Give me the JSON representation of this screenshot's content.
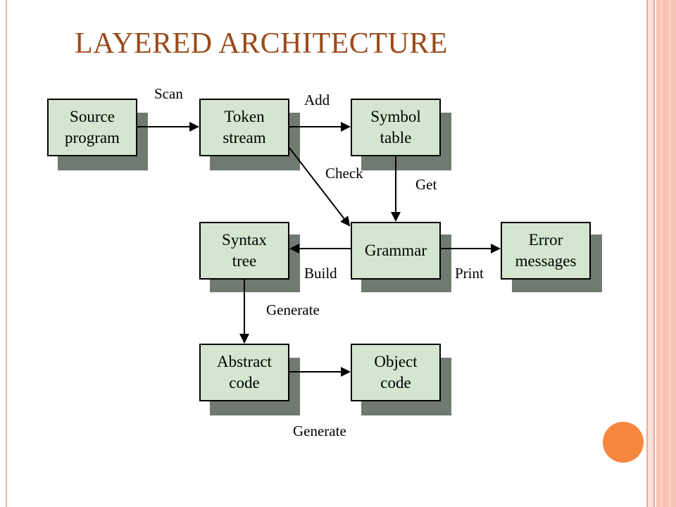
{
  "title": "LAYERED ARCHITECTURE",
  "nodes": {
    "source": "Source\nprogram",
    "token": "Token\nstream",
    "symbol": "Symbol\ntable",
    "grammar": "Grammar",
    "syntax": "Syntax\ntree",
    "error": "Error\nmessages",
    "abstract": "Abstract\ncode",
    "object": "Object\ncode"
  },
  "edges": {
    "scan": "Scan",
    "add": "Add",
    "check": "Check",
    "get": "Get",
    "build": "Build",
    "print": "Print",
    "generate_tree": "Generate",
    "generate_code": "Generate"
  },
  "colors": {
    "title": "#9a4a1a",
    "box_fill": "#d4e6d0",
    "box_shadow": "#707a70",
    "accent_dot": "#f7863e"
  }
}
